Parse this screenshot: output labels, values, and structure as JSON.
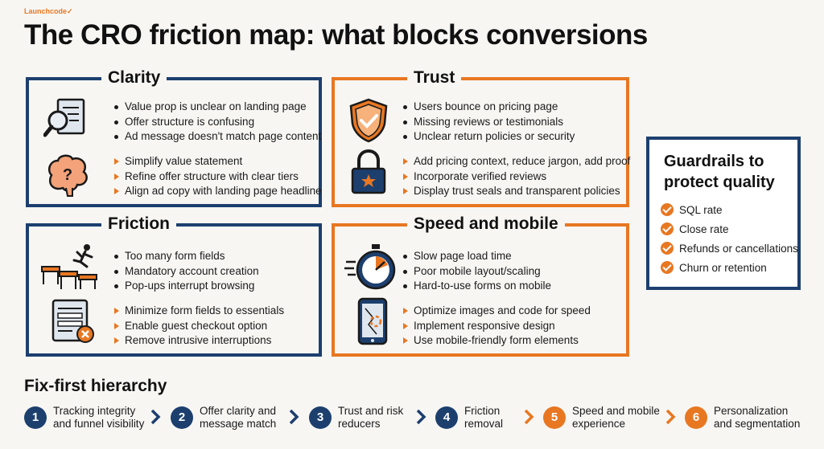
{
  "brand": "Launchcode",
  "title": "The CRO friction map: what blocks conversions",
  "panels": {
    "clarity": {
      "title": "Clarity",
      "problems": [
        "Value prop is unclear on landing page",
        "Offer structure is confusing",
        "Ad message doesn't match page content"
      ],
      "fixes": [
        "Simplify value statement",
        "Refine offer structure with clear tiers",
        "Align ad copy with landing page headline"
      ]
    },
    "trust": {
      "title": "Trust",
      "problems": [
        "Users bounce on pricing page",
        "Missing reviews or testimonials",
        "Unclear return policies or security"
      ],
      "fixes": [
        "Add pricing context, reduce jargon, add proof",
        "Incorporate verified reviews",
        "Display trust seals and transparent policies"
      ]
    },
    "friction": {
      "title": "Friction",
      "problems": [
        "Too many form fields",
        "Mandatory account creation",
        "Pop-ups interrupt browsing"
      ],
      "fixes": [
        "Minimize form fields to essentials",
        "Enable guest checkout option",
        "Remove intrusive interruptions"
      ]
    },
    "speed": {
      "title": "Speed and mobile",
      "problems": [
        "Slow page load time",
        "Poor mobile layout/scaling",
        "Hard-to-use forms on mobile"
      ],
      "fixes": [
        "Optimize images and code for speed",
        "Implement responsive design",
        "Use mobile-friendly form elements"
      ]
    }
  },
  "guardrails": {
    "title_line1": "Guardrails to",
    "title_line2": "protect quality",
    "items": [
      "SQL rate",
      "Close rate",
      "Refunds or cancellations",
      "Churn or retention"
    ]
  },
  "hierarchy": {
    "title": "Fix-first hierarchy",
    "steps": [
      {
        "num": "1",
        "line1": "Tracking integrity",
        "line2": "and funnel visibility"
      },
      {
        "num": "2",
        "line1": "Offer clarity and",
        "line2": "message match"
      },
      {
        "num": "3",
        "line1": "Trust and risk",
        "line2": "reducers"
      },
      {
        "num": "4",
        "line1": "Friction",
        "line2": "removal"
      },
      {
        "num": "5",
        "line1": "Speed and mobile",
        "line2": "experience"
      },
      {
        "num": "6",
        "line1": "Personalization",
        "line2": "and segmentation"
      }
    ]
  },
  "colors": {
    "navy": "#1c3f6e",
    "orange": "#e87722",
    "background": "#f7f6f3"
  }
}
